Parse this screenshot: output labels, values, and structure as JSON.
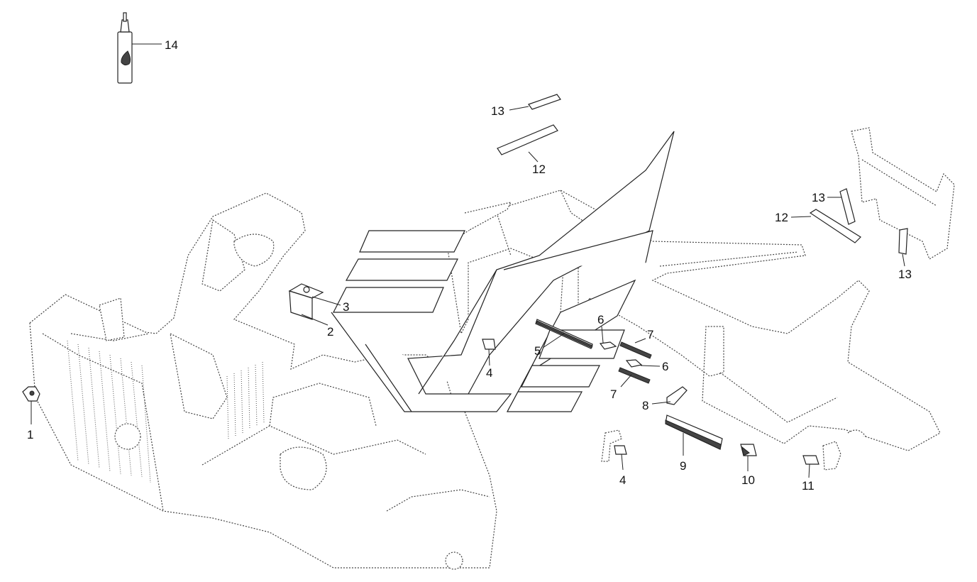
{
  "callouts": [
    "1",
    "2",
    "3",
    "4",
    "4",
    "5",
    "6",
    "6",
    "7",
    "7",
    "8",
    "9",
    "10",
    "11",
    "12",
    "12",
    "13",
    "13",
    "13",
    "14"
  ]
}
